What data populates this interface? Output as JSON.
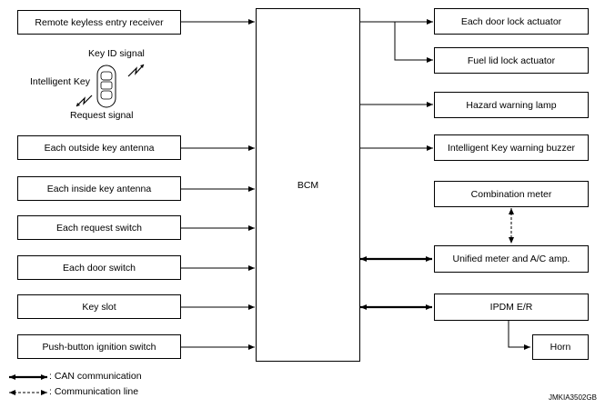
{
  "inputs": [
    "Remote keyless entry receiver",
    "Each outside key antenna",
    "Each inside key antenna",
    "Each request switch",
    "Each door switch",
    "Key slot",
    "Push-button ignition switch"
  ],
  "key": {
    "id_signal": "Key ID signal",
    "name": "Intelligent Key",
    "request_signal": "Request signal"
  },
  "bcm": "BCM",
  "outputs": {
    "door_lock": "Each door lock actuator",
    "fuel_lid": "Fuel lid lock actuator",
    "hazard": "Hazard warning lamp",
    "buzzer": "Intelligent Key warning buzzer",
    "combination_meter": "Combination meter",
    "unified_meter": "Unified meter and A/C amp.",
    "ipdm": "IPDM E/R",
    "horn": "Horn"
  },
  "legend": {
    "can": ": CAN communication",
    "comm": ": Communication line"
  },
  "figure_code": "JMKIA3502GB"
}
